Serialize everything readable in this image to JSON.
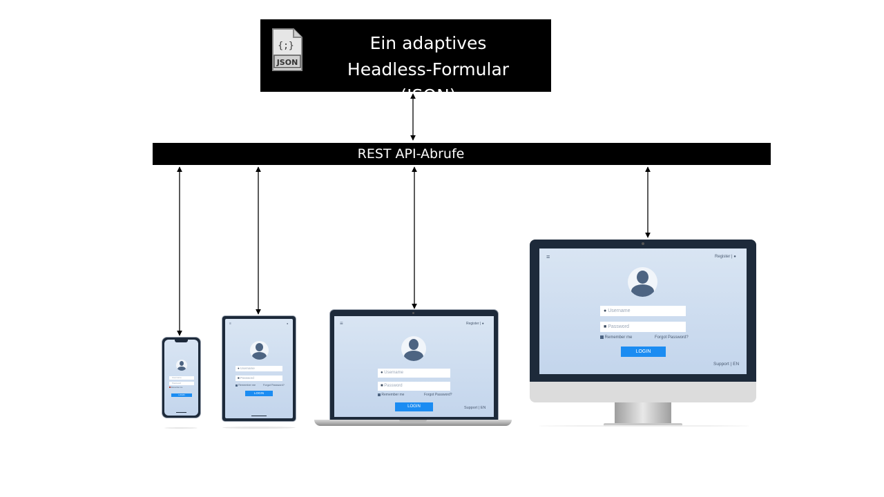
{
  "title": {
    "line1": "Ein adaptives",
    "line2": "Headless-Formular (JSON)",
    "icon": "json-file-icon",
    "icon_symbol": "{;}",
    "icon_label": "JSON"
  },
  "api_bar": {
    "label": "REST API-Abrufe"
  },
  "login_form": {
    "username_placeholder": "Username",
    "password_placeholder": "Password",
    "remember_label": "Remember me",
    "forgot_label": "Forgot Password?",
    "login_button": "LOGIN",
    "register_link": "Register",
    "separator": "|",
    "support_link": "Support",
    "language": "EN"
  },
  "colors": {
    "background": "#ffffff",
    "banner": "#000000",
    "screen": "#c9d9ee",
    "button": "#1b8cf2",
    "avatar": "#4d6482"
  }
}
